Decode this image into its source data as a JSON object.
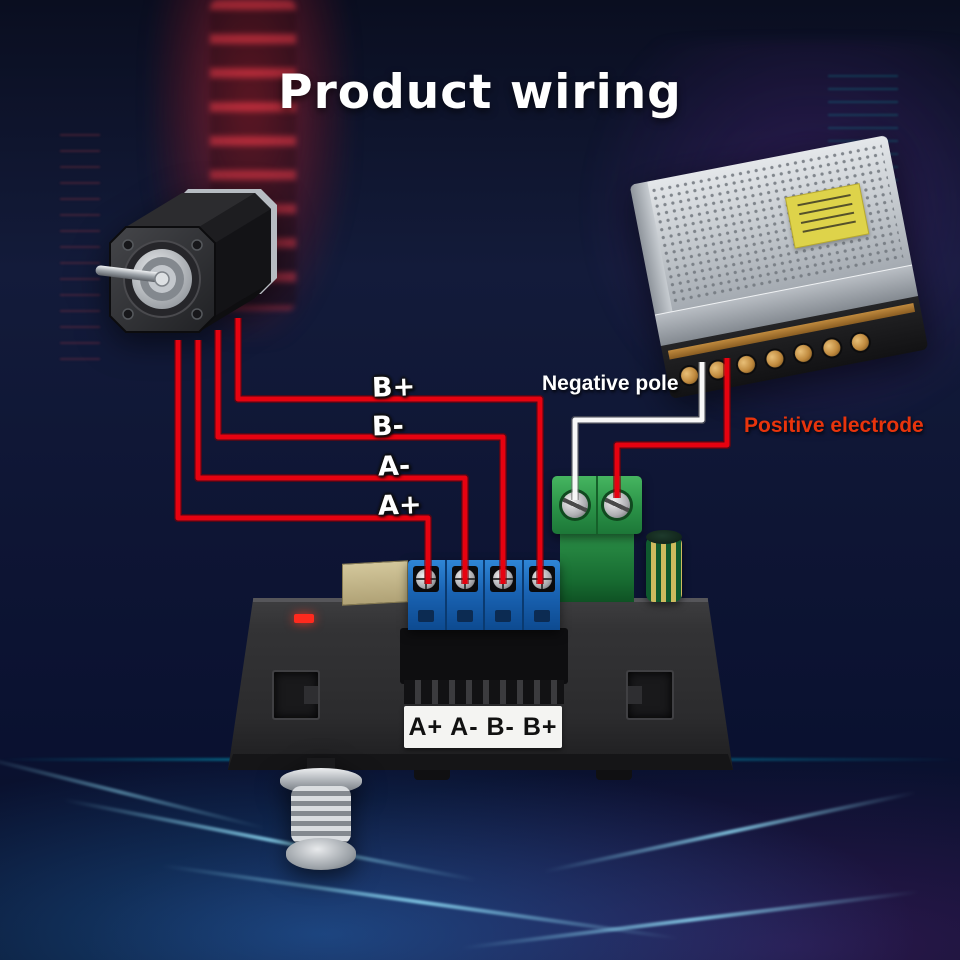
{
  "title": "Product wiring",
  "wire_labels": {
    "b_plus": "B+",
    "b_minus": "B-",
    "a_minus": "A-",
    "a_plus": "A+"
  },
  "annotations": {
    "negative_pole": "Negative pole",
    "positive_electrode": "Positive electrode"
  },
  "driver_board": {
    "terminal_label": "A+ A- B- B+"
  },
  "components": {
    "motor": "stepper-motor",
    "power_supply": "switching-power-supply",
    "driver_board": "motor-driver-board",
    "dc_terminal": "green-power-terminal",
    "signal_terminal": "blue-terminal-block",
    "connector": "metal-aviation-connector"
  },
  "colors": {
    "wire_positive": "#e60210",
    "wire_negative": "#f5f5f5",
    "negative_label": "#ffffff",
    "positive_label": "#e8340c",
    "title": "#ffffff",
    "terminal_blue": "#1a64b4",
    "terminal_green": "#2a9247"
  }
}
